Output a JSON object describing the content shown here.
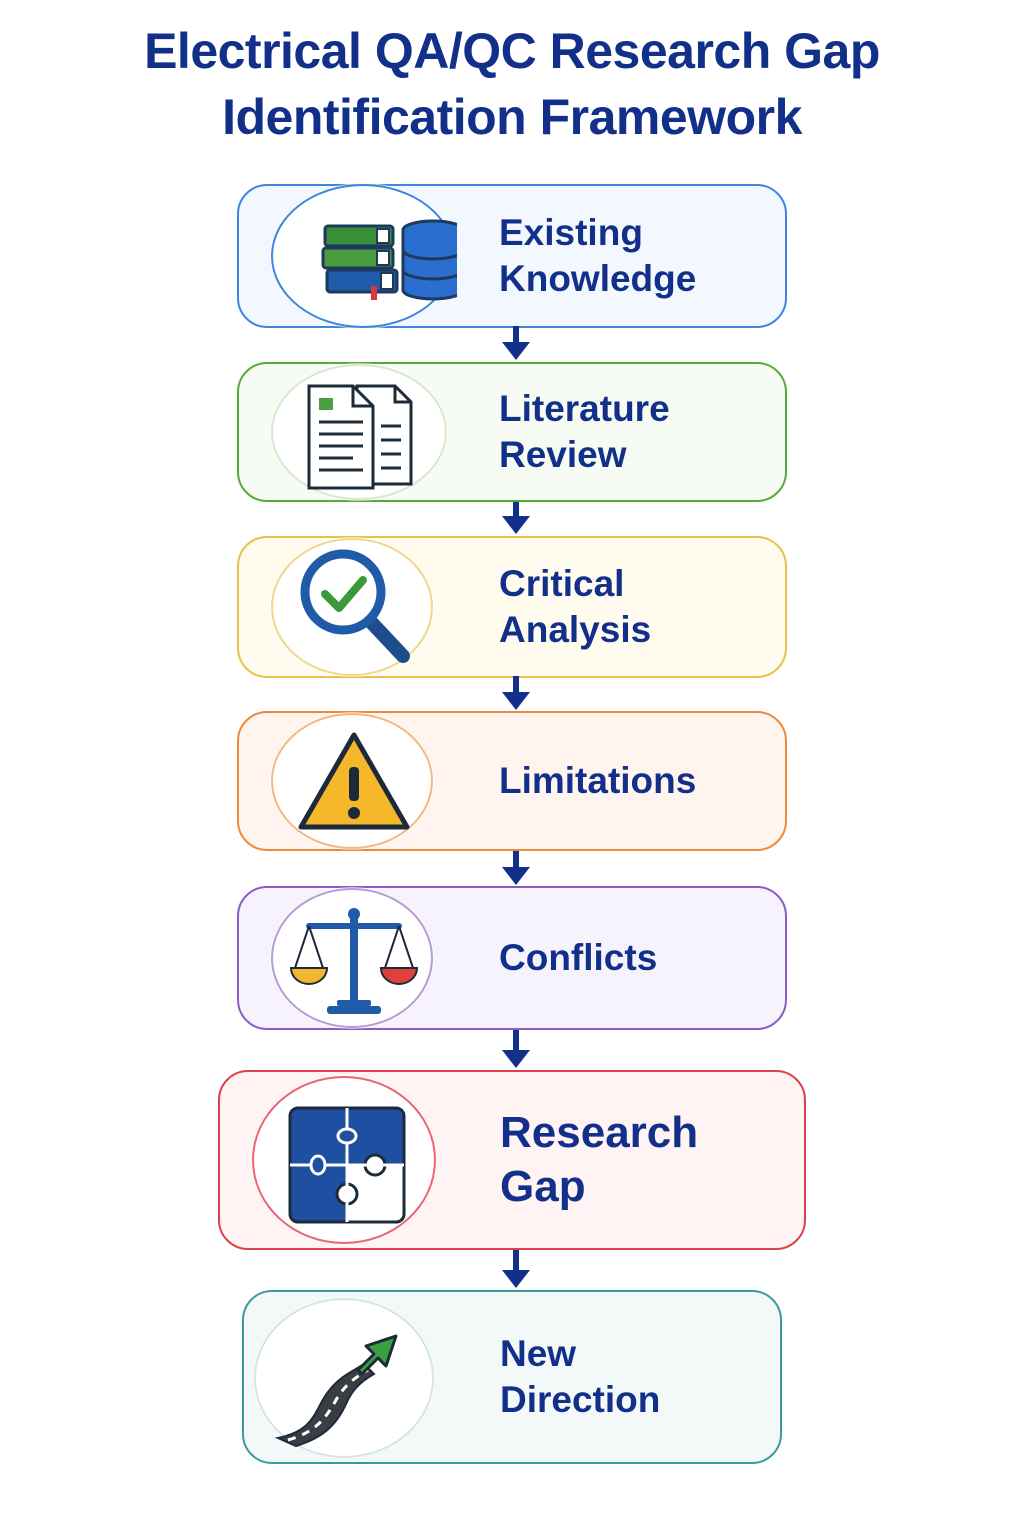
{
  "title": {
    "line1": "Electrical QA/QC Research Gap",
    "line2": "Identification Framework"
  },
  "colors": {
    "title": "#12308a",
    "arrow": "#12308a",
    "label": "#12308a",
    "existing_border": "#3f86e0",
    "literature_border": "#5aaa3a",
    "critical_border": "#e8c24a",
    "limitations_border": "#ec8a3c",
    "conflicts_border": "#8a5cc6",
    "gap_border": "#e0404a",
    "direction_border": "#3a9aa0"
  },
  "steps": [
    {
      "line1": "Existing",
      "line2": "Knowledge",
      "icon": "books-database-icon"
    },
    {
      "line1": "Literature",
      "line2": "Review",
      "icon": "documents-icon"
    },
    {
      "line1": "Critical",
      "line2": "Analysis",
      "icon": "magnifier-check-icon"
    },
    {
      "line1": "Limitations",
      "line2": "",
      "icon": "warning-icon"
    },
    {
      "line1": "Conflicts",
      "line2": "",
      "icon": "balance-scale-icon"
    },
    {
      "line1": "Research",
      "line2": "Gap",
      "icon": "puzzle-icon"
    },
    {
      "line1": "New",
      "line2": "Direction",
      "icon": "road-arrow-icon"
    }
  ]
}
